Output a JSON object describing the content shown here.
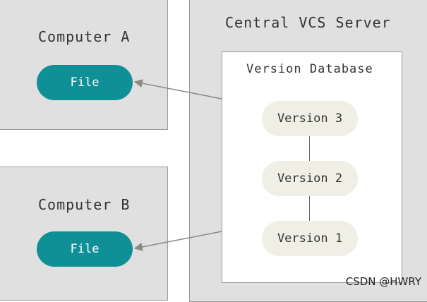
{
  "computer_a": {
    "title": "Computer A",
    "file_label": "File"
  },
  "computer_b": {
    "title": "Computer B",
    "file_label": "File"
  },
  "server": {
    "title": "Central VCS Server",
    "database_title": "Version Database",
    "versions": [
      "Version 3",
      "Version 2",
      "Version 1"
    ]
  },
  "watermark": "CSDN @HWRY",
  "colors": {
    "file_fill": "#0f8f96",
    "version_fill": "#efefe6",
    "box_fill": "#e0e0e0",
    "arrow": "#8a8a80"
  }
}
